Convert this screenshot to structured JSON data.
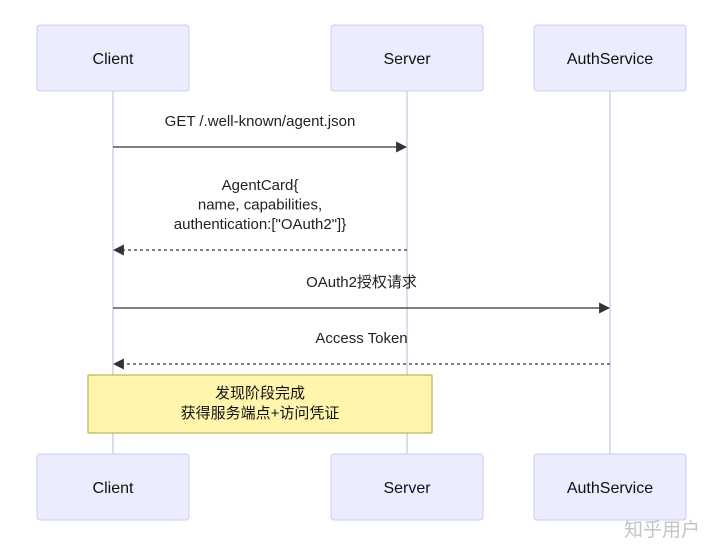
{
  "actors": [
    "Client",
    "Server",
    "AuthService"
  ],
  "colors": {
    "actor_fill": "#ECECFF",
    "actor_stroke": "#CCCCF0",
    "lifeline": "#CACAE6",
    "arrow": "#333333",
    "note_fill": "#FFF5AD",
    "note_stroke": "#AAAA33"
  },
  "messages": [
    {
      "from": "Client",
      "to": "Server",
      "style": "solid",
      "lines": [
        "GET /.well-known/agent.json"
      ]
    },
    {
      "from": "Server",
      "to": "Client",
      "style": "dashed",
      "lines": [
        "AgentCard{",
        "name, capabilities,",
        "authentication:[\"OAuth2\"]}"
      ]
    },
    {
      "from": "Client",
      "to": "AuthService",
      "style": "solid",
      "lines": [
        "OAuth2授权请求"
      ]
    },
    {
      "from": "AuthService",
      "to": "Client",
      "style": "dashed",
      "lines": [
        "Access Token"
      ]
    }
  ],
  "note": {
    "over": [
      "Client",
      "Server"
    ],
    "lines": [
      "发现阶段完成",
      "获得服务端点+访问凭证"
    ]
  },
  "watermark": "知乎用户"
}
